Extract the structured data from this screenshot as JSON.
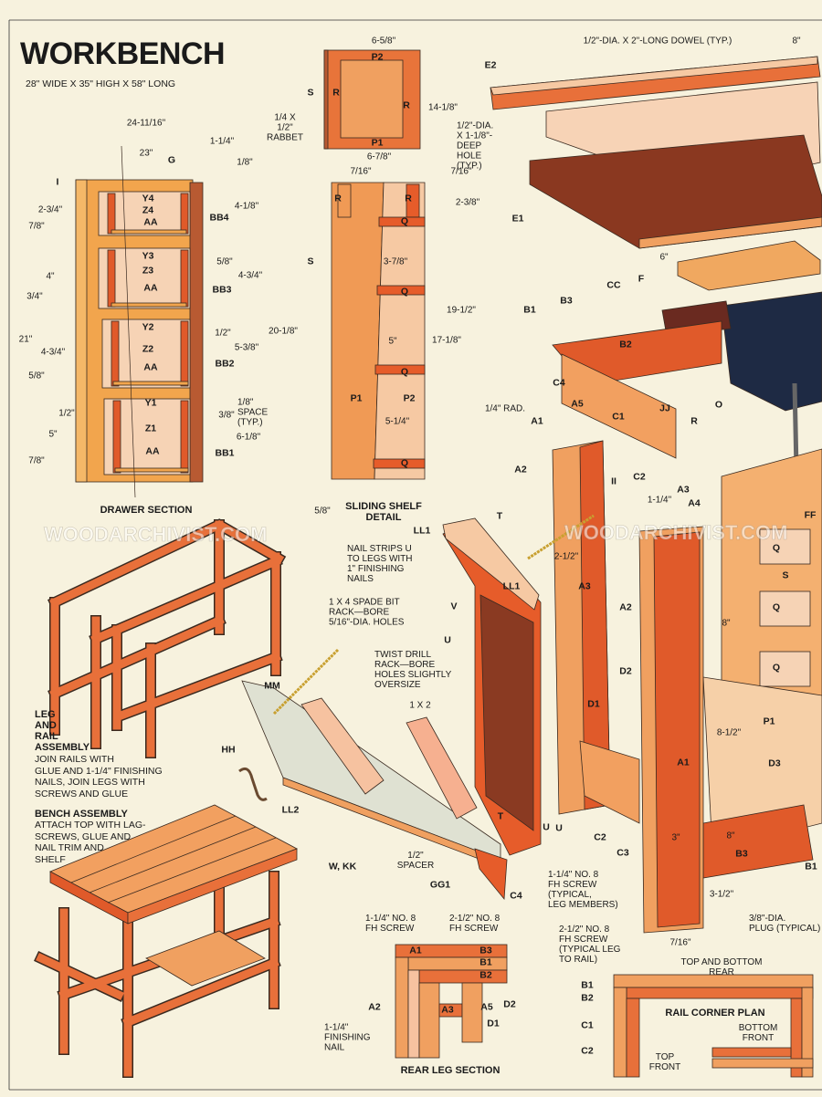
{
  "header": {
    "title": "WORKBENCH",
    "subtitle": "28\" WIDE X 35\" HIGH X 58\" LONG"
  },
  "watermark": "WOODARCHIVIST.COM",
  "colors": {
    "background": "#f7f2de",
    "orange": "#f2a54d",
    "red": "#e05a2a",
    "dark": "#8a3820",
    "vise": "#1e2a44"
  },
  "drawer": {
    "caption": "DRAWER SECTION",
    "labels": [
      "24-11/16\"",
      "23\"",
      "G",
      "I",
      "1-1/4\"",
      "1/8\"",
      "Y4",
      "Z4",
      "AA",
      "BB4",
      "2-3/4\"",
      "7/8\"",
      "4-1/8\"",
      "Y3",
      "Z3",
      "AA",
      "BB3",
      "5/8\"",
      "4-3/4\"",
      "4\"",
      "3/4\"",
      "21\"",
      "Y2",
      "Z2",
      "AA",
      "BB2",
      "1/2\"",
      "5-3/8\"",
      "4-3/4\"",
      "5/8\"",
      "1/8\"\nSPACE\n(TYP.)",
      "Y1",
      "1/2\"",
      "Z1",
      "3/8\"",
      "6-1/8\"",
      "5\"",
      "AA",
      "BB1",
      "7/8\""
    ]
  },
  "shelf": {
    "caption": "SLIDING SHELF\nDETAIL",
    "labels": [
      "6-5/8\"",
      "P2",
      "S",
      "R",
      "R",
      "14-1/8\"",
      "1/4 X\n1/2\"\nRABBET",
      "P1",
      "6-7/8\"",
      "7/16\"",
      "7/16\"",
      "R",
      "R",
      "2-3/8\"",
      "Q",
      "S",
      "3-7/8\"",
      "Q",
      "20-1/8\"",
      "19-1/2\"",
      "17-1/8\"",
      "5\"",
      "Q",
      "P1",
      "P2",
      "5-1/4\"",
      "Q",
      "5/8\""
    ]
  },
  "bench": {
    "labels": [
      "1/2\"-DIA. X 2\"-LONG DOWEL (TYP.)",
      "8\"",
      "E2",
      "1/2\"-DIA.\nX 1-1/8\"-\nDEEP\nHOLE\n(TYP.)",
      "E1",
      "6\"",
      "F",
      "CC",
      "B3",
      "B1",
      "B2",
      "C4",
      "A5",
      "1/4\" RAD.",
      "A1",
      "C1",
      "JJ",
      "O",
      "R",
      "A2",
      "II",
      "C2",
      "A3",
      "A4",
      "1-1/4\"",
      "FF",
      "2-1/2\"",
      "A3",
      "A2",
      "S",
      "Q",
      "Q",
      "Q",
      "8\"",
      "D2",
      "D1",
      "P1",
      "8-1/2\"",
      "A1",
      "D3",
      "U",
      "C2",
      "C3",
      "3\"",
      "8\"",
      "B3",
      "B1"
    ]
  },
  "rack": {
    "labels": [
      "LL1",
      "T",
      "NAIL STRIPS U\nTO LEGS WITH\n1\" FINISHING\nNAILS",
      "LL1",
      "1 X 4 SPADE BIT\nRACK—BORE\n5/16\"-DIA. HOLES",
      "V",
      "U",
      "TWIST DRILL\nRACK—BORE\nHOLES SLIGHTLY\nOVERSIZE",
      "1 X 2",
      "MM",
      "HH",
      "LL2",
      "T",
      "U",
      "W, KK",
      "1/2\"\nSPACER",
      "GG1",
      "C4"
    ]
  },
  "notes": {
    "leg_rail_title": "LEG\nAND\nRAIL\nASSEMBLY",
    "leg_rail_text": "JOIN RAILS WITH\nGLUE AND 1-1/4\" FINISHING\nNAILS, JOIN LEGS WITH\nSCREWS AND GLUE",
    "bench_title": "BENCH ASSEMBLY",
    "bench_text": "ATTACH TOP WITH LAG-\nSCREWS, GLUE AND\nNAIL TRIM AND\nSHELF"
  },
  "rear_leg": {
    "caption": "REAR LEG SECTION",
    "labels": [
      "1-1/4\" NO. 8\nFH SCREW",
      "2-1/2\" NO. 8\nFH SCREW",
      "A1",
      "B3",
      "B1",
      "B2",
      "A2",
      "A3",
      "A5",
      "D2",
      "D1",
      "1-1/4\"\nFINISHING\nNAIL"
    ]
  },
  "rail_corner": {
    "caption": "RAIL CORNER PLAN",
    "labels": [
      "1-1/4\" NO. 8\nFH SCREW\n(TYPICAL,\nLEG MEMBERS)",
      "3-1/2\"",
      "3/8\"-DIA.\nPLUG (TYPICAL)",
      "2-1/2\" NO. 8\nFH SCREW\n(TYPICAL LEG\nTO RAIL)",
      "7/16\"",
      "TOP AND BOTTOM REAR",
      "B1",
      "B2",
      "BOTTOM\nFRONT",
      "C1",
      "C2",
      "TOP\nFRONT"
    ]
  }
}
